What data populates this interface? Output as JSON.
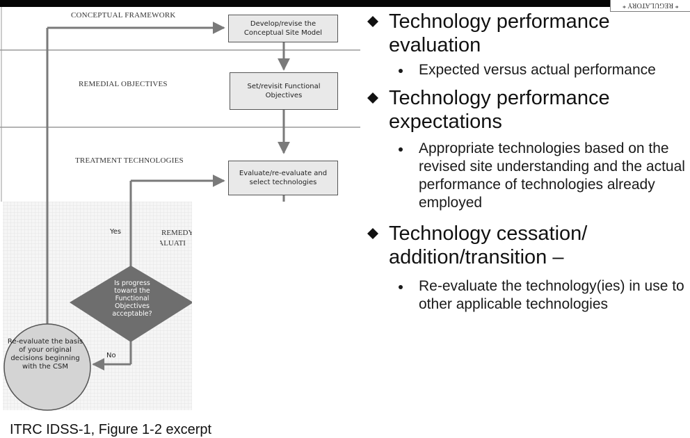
{
  "header": {
    "logo_text": "* REGULATORY *"
  },
  "diagram": {
    "lanes": [
      "CONCEPTUAL FRAMEWORK",
      "REMEDIAL OBJECTIVES",
      "TREATMENT TECHNOLOGIES"
    ],
    "lane_cut_line1": "REMEDY",
    "lane_cut_line2": "EVALUATI",
    "boxes": [
      "Develop/revise the Conceptual Site Model",
      "Set/revisit Functional Objectives",
      "Evaluate/re-evaluate and select technologies"
    ],
    "decision": "Is progress toward the Functional Objectives acceptable?",
    "yes_label": "Yes",
    "no_label": "No",
    "reevaluate": "Re-evaluate the basis of your original decisions beginning with the CSM",
    "caption": "ITRC IDSS-1, Figure 1-2 excerpt"
  },
  "bullets": [
    {
      "title": "Technology performance evaluation",
      "sub": [
        "Expected versus actual performance"
      ]
    },
    {
      "title": "Technology performance expectations",
      "sub": [
        "Appropriate technologies based on the revised site understanding and the actual performance of technologies already employed"
      ]
    },
    {
      "title": "Technology cessation/ addition/transition –",
      "sub": [
        "Re-evaluate the technology(ies) in use to other applicable technologies"
      ]
    }
  ],
  "colors": {
    "diamond": "#6e6e6e",
    "circle": "#d4d4d4",
    "box": "#e9e9e9",
    "lines": "#7a7a7a"
  }
}
